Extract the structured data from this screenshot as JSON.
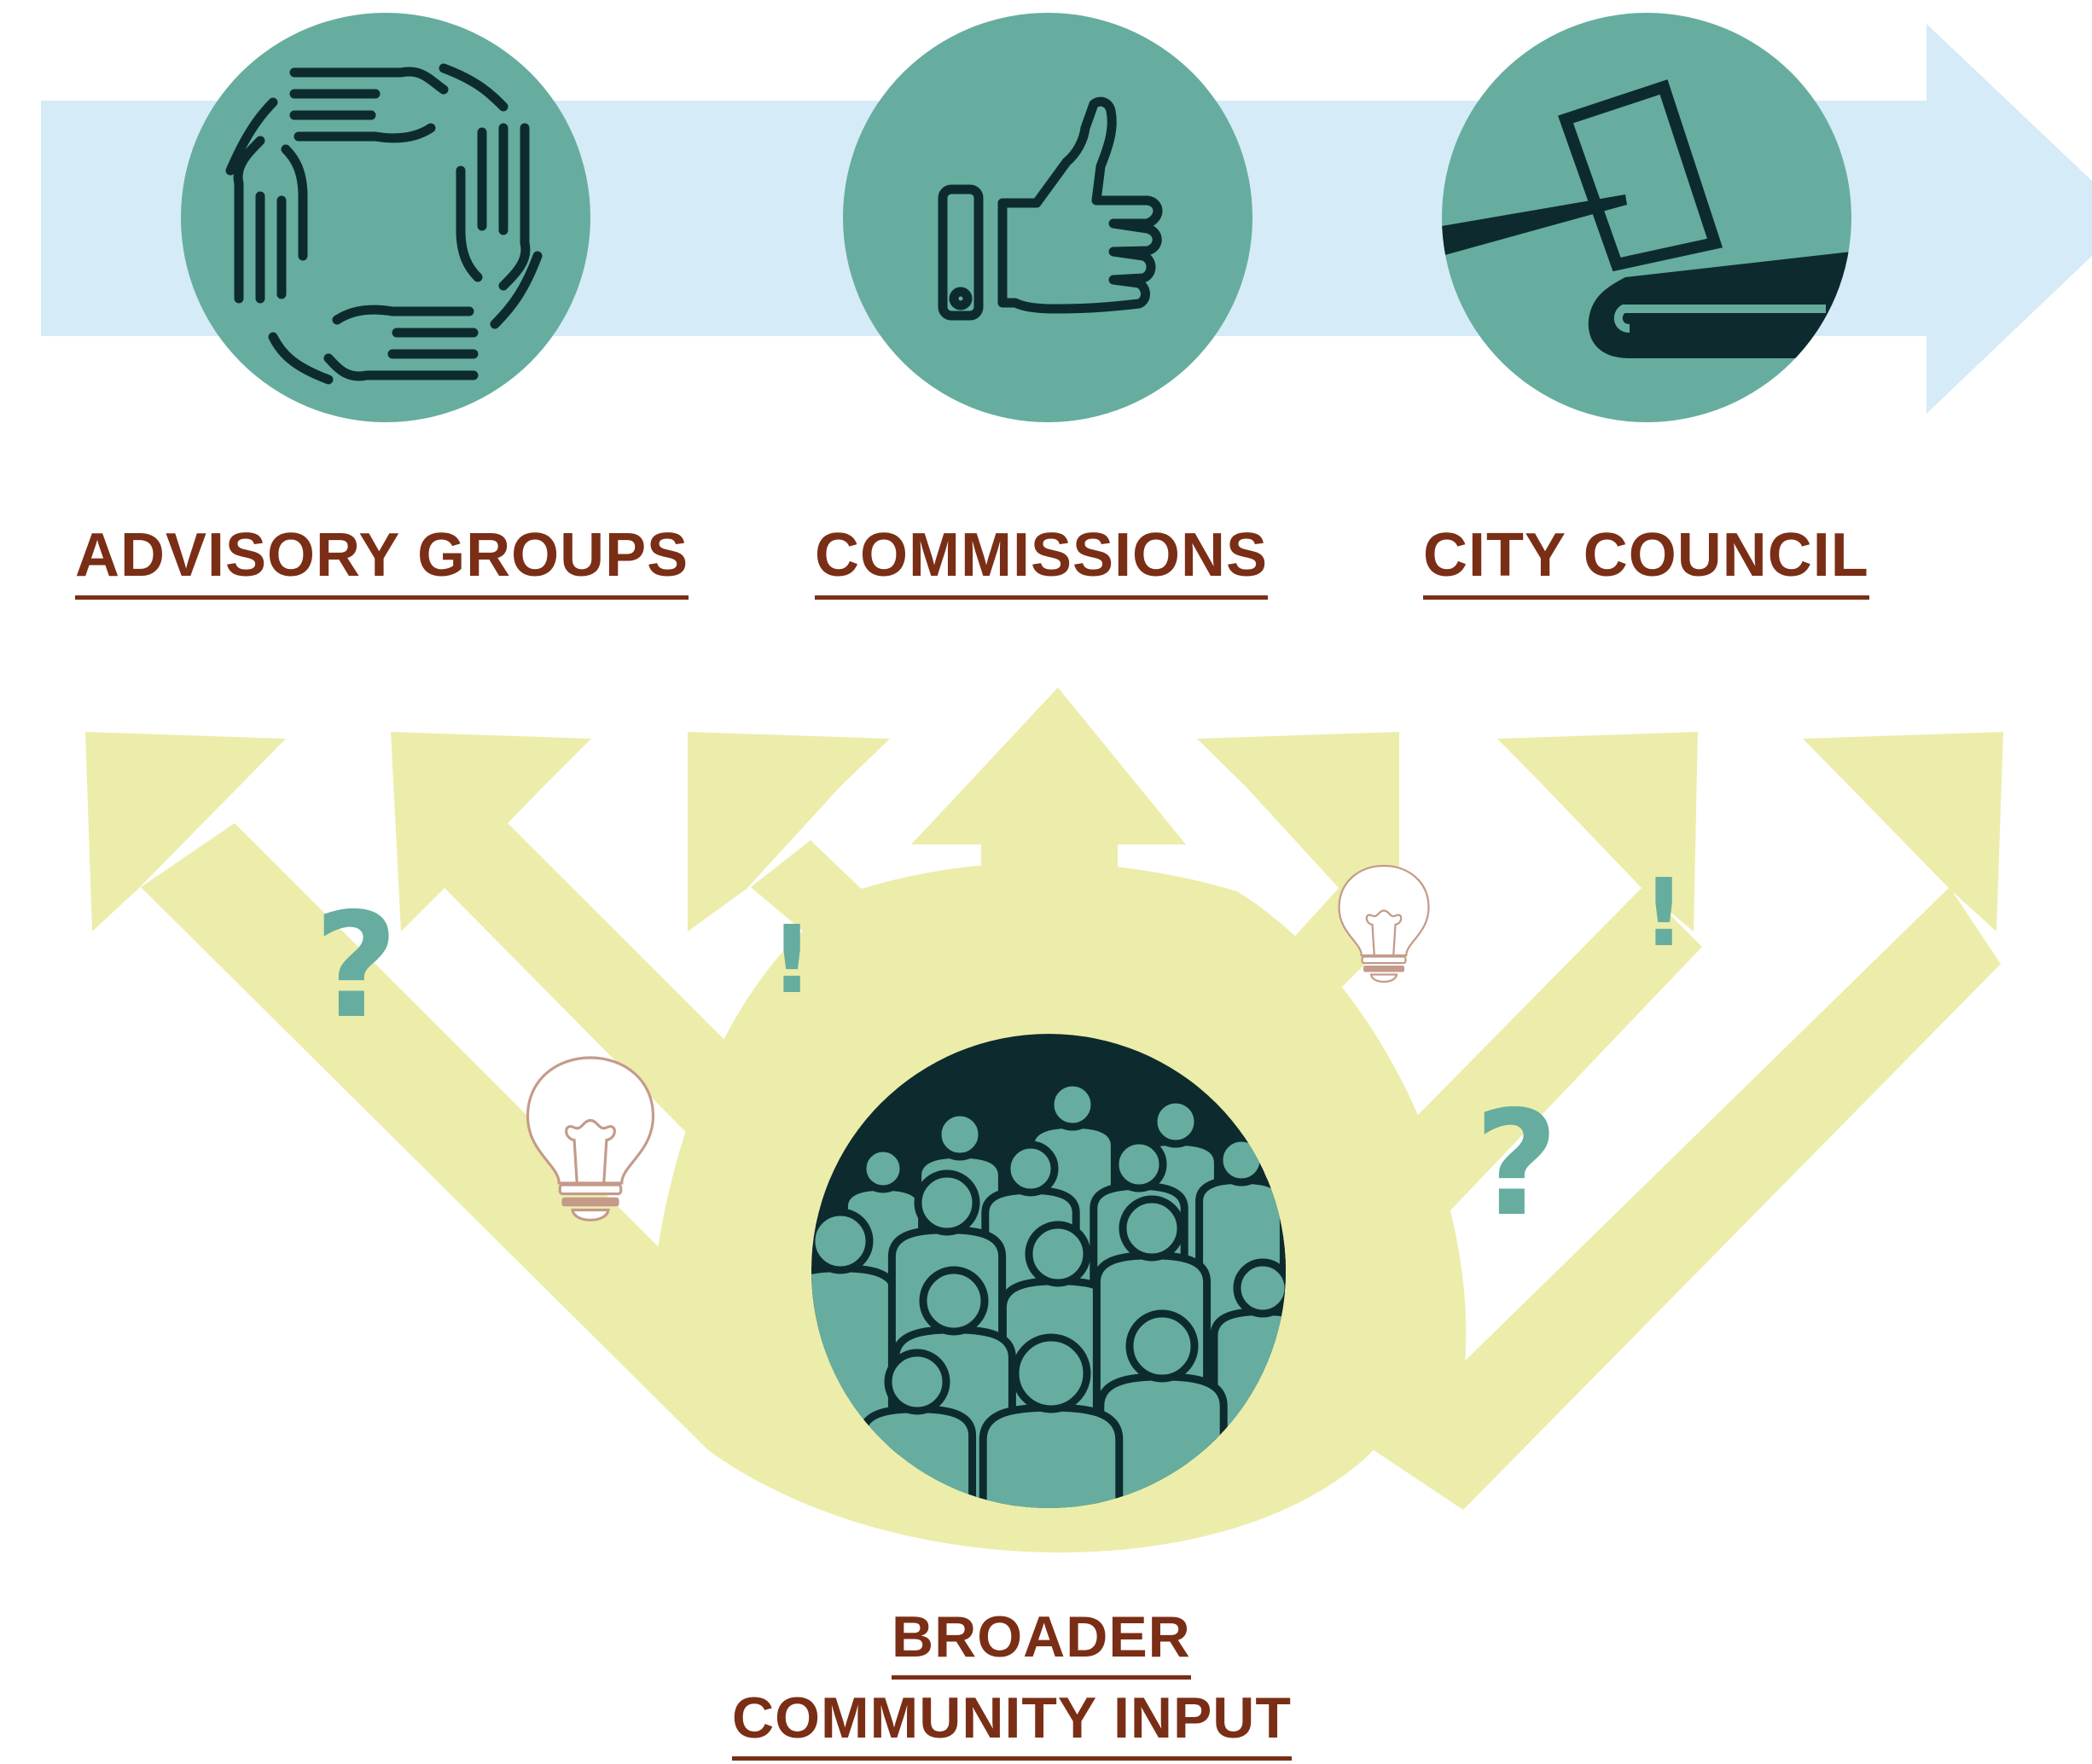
{
  "stages": [
    {
      "label": "ADVISORY GROUPS",
      "icon": "hands-circle-icon"
    },
    {
      "label": "COMMISSIONS",
      "icon": "thumbs-up-icon"
    },
    {
      "label": "CITY COUNCIL",
      "icon": "gavel-icon"
    }
  ],
  "community": {
    "label_line1": "BROADER",
    "label_line2": "COMMUNITY INPUT",
    "icon": "crowd-icon"
  },
  "marks": {
    "question": "?",
    "exclaim": "!"
  },
  "colors": {
    "teal": "#66ad9f",
    "dark": "#0d2b2e",
    "light_blue": "#d5ebf7",
    "yellow_green": "#ecedaa",
    "brown": "#7a2e16",
    "bulb_outline": "#c49a8a"
  }
}
